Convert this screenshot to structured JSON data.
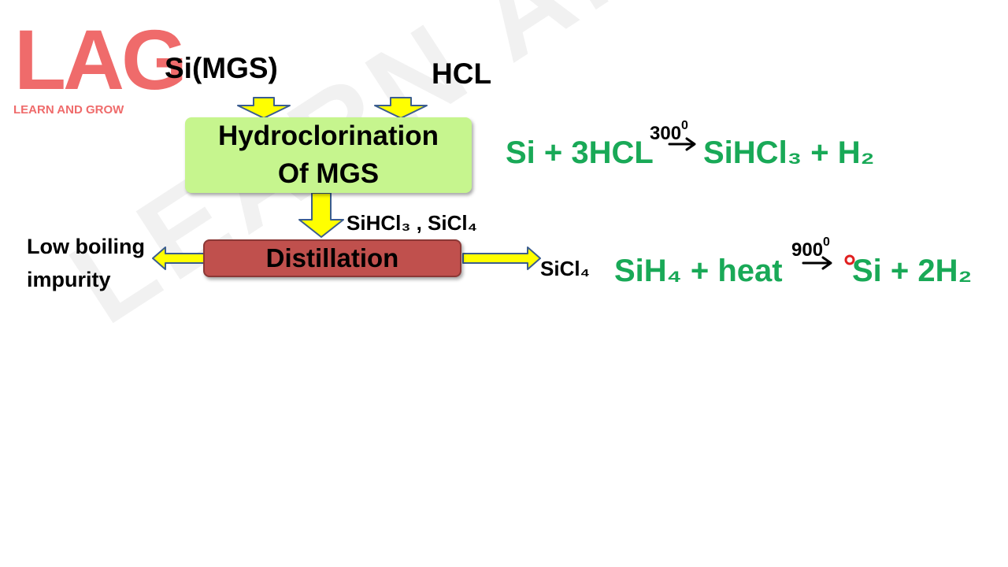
{
  "watermark": "LEARN AND GROW",
  "logo": {
    "letters": "LAG",
    "tagline": "LEARN AND GROW"
  },
  "inputs": {
    "left": "Si(MGS)",
    "right": "HCL"
  },
  "process_box_1": {
    "line1": "Hydroclorination",
    "line2": "Of MGS"
  },
  "intermediate": "SiHCl₃ , SiCl₄",
  "process_box_2": "Distillation",
  "outputs": {
    "left_line1": "Low boiling",
    "left_line2": "impurity",
    "right": "SiCl₄"
  },
  "equations": {
    "eq1": {
      "lhs": "Si + 3HCL",
      "temp_value": "300",
      "temp_sup": "0",
      "rhs": "SiHCl₃ + H₂"
    },
    "eq2": {
      "lhs": "SiH₄ + heat",
      "temp_value": "900",
      "temp_sup": "0",
      "rhs": "Si + 2H₂"
    }
  },
  "colors": {
    "equation": "#19a957",
    "arrow_fill": "#ffff00",
    "arrow_stroke": "#3b5d8f",
    "box1": "#c6f58e",
    "box2": "#c0504d",
    "logo": "#ef6b6b"
  }
}
